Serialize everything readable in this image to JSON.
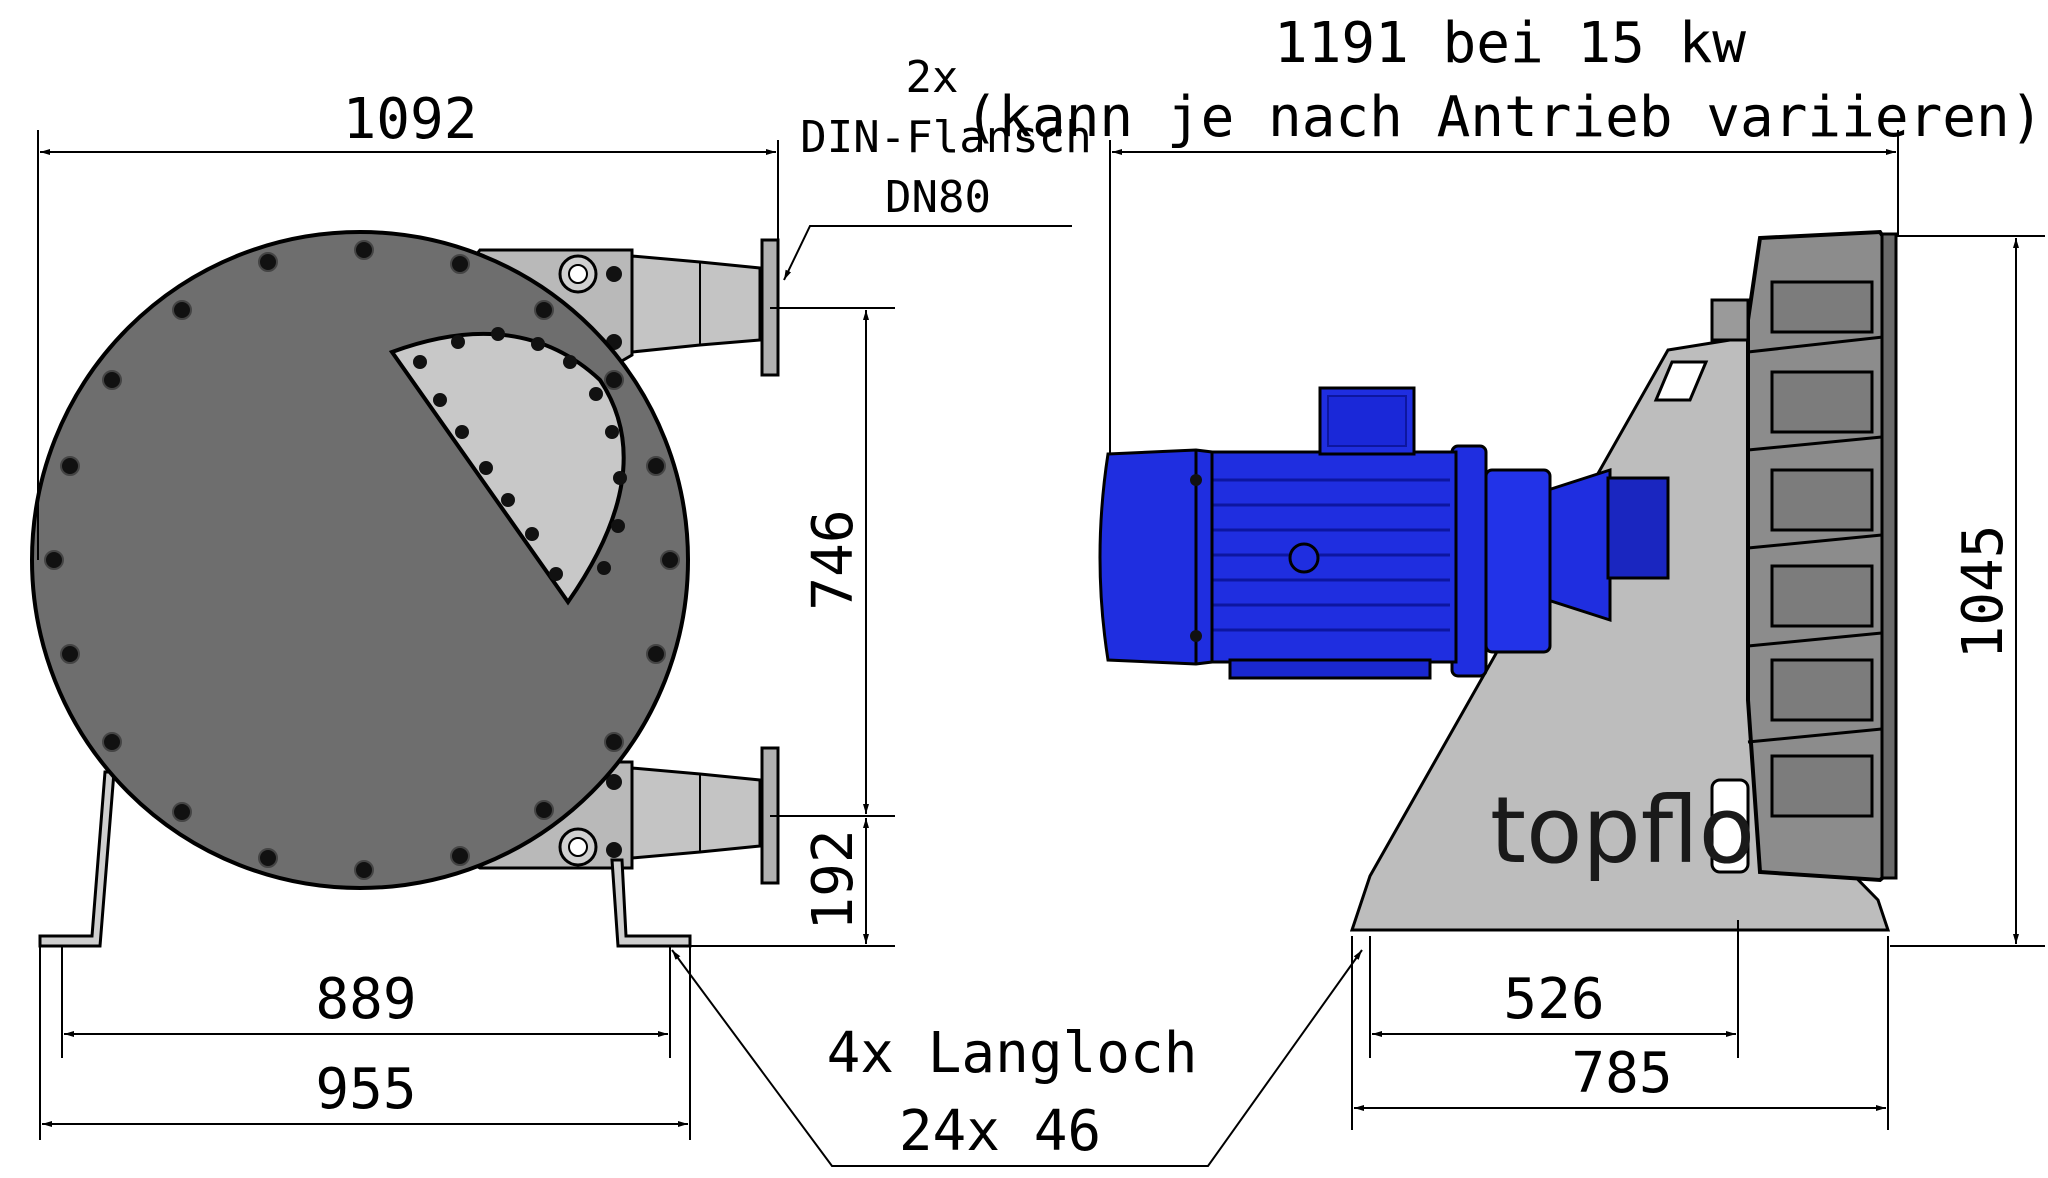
{
  "logo_text": "topflo",
  "dimensions": {
    "width_left": "1092",
    "width_right": "1191 bei 15 kw",
    "width_right_note": "(kann je nach Antrieb variieren)",
    "height_ports": "746",
    "height_lower": "192",
    "height_total": "1045",
    "foot_inner": "889",
    "foot_outer": "955",
    "base_inner": "526",
    "base_outer": "785"
  },
  "callouts": {
    "flange_count": "2x",
    "flange_type": "DIN-Flansch",
    "flange_size": "DN80",
    "slot_count": "4x Langloch",
    "slot_size": "24x 46"
  },
  "colors": {
    "housing": "#6e6e6e",
    "window": "#c8c8c8",
    "bracket": "#b9b9b9",
    "motor": "#1f2ee0",
    "motor_dark": "#0d16a0",
    "stand": "#bdbdbd",
    "line": "#000000"
  }
}
